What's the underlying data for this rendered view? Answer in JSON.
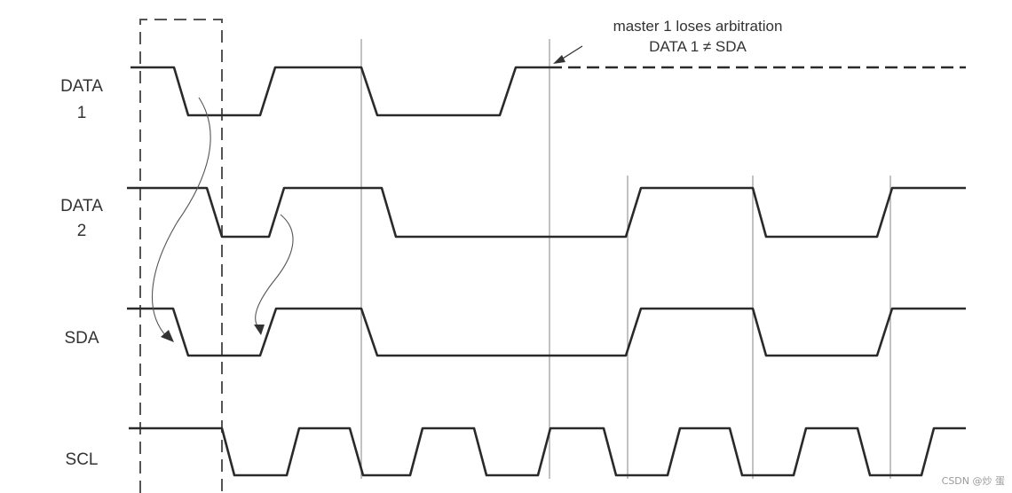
{
  "signals": {
    "data1": {
      "line1": "DATA",
      "line2": "1"
    },
    "data2": {
      "line1": "DATA",
      "line2": "2"
    },
    "sda": {
      "label": "SDA"
    },
    "scl": {
      "label": "SCL"
    }
  },
  "annotation": {
    "line1": "master 1 loses arbitration",
    "line2": "DATA 1 ≠ SDA"
  },
  "watermark": "CSDN @炒 蛋"
}
